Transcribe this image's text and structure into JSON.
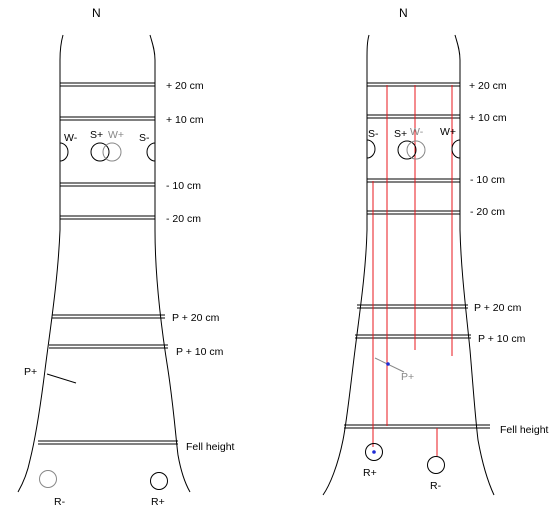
{
  "north_label": "N",
  "colors": {
    "outline": "#000000",
    "grey": "#888888",
    "red": "#e8171d",
    "blue": "#1f2bd6"
  },
  "left_panel": {
    "heights": [
      "+ 20 cm",
      "+ 10 cm",
      "- 10 cm",
      "- 20 cm",
      "P + 20 cm",
      "P + 10 cm"
    ],
    "circles": {
      "w_minus": "W-",
      "s_plus": "S+",
      "w_plus": "W+",
      "s_minus": "S-"
    },
    "p_plus": "P+",
    "fell_height": "Fell height",
    "roots": {
      "r_minus": "R-",
      "r_plus": "R+"
    }
  },
  "right_panel": {
    "heights": [
      "+ 20 cm",
      "+ 10 cm",
      "- 10 cm",
      "- 20 cm",
      "P + 20 cm",
      "P + 10 cm"
    ],
    "circles": {
      "s_minus": "S-",
      "s_plus": "S+",
      "w_minus": "W-",
      "w_plus": "W+"
    },
    "p_plus": "P+",
    "fell_height": "Fell height",
    "roots": {
      "r_plus": "R+",
      "r_minus": "R-"
    }
  }
}
